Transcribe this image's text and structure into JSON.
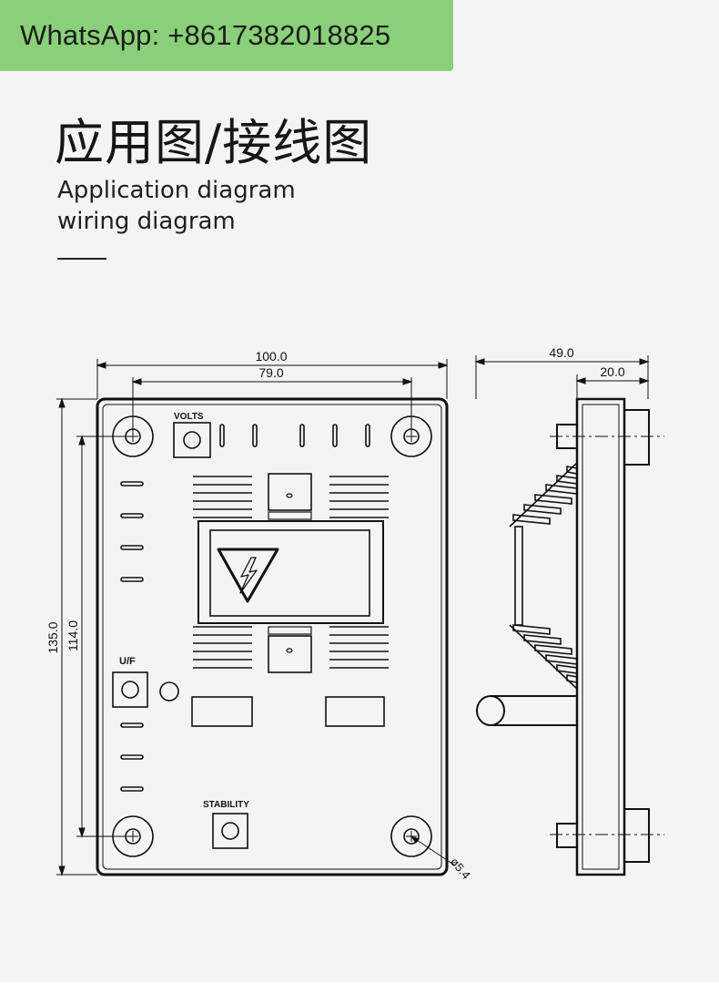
{
  "banner": {
    "text": "WhatsApp: +8617382018825",
    "color": "#8ad07a"
  },
  "header": {
    "title_cn": "应用图/接线图",
    "subtitle_line1": "Application diagram",
    "subtitle_line2": "wiring diagram"
  },
  "front_view": {
    "dim_width_total": "100.0",
    "dim_hole_spacing_h": "79.0",
    "dim_height_total": "135.0",
    "dim_hole_spacing_v": "114.0",
    "dim_hole_diameter": "ø5.4",
    "label_volts": "VOLTS",
    "label_uf": "U/F",
    "label_stability": "STABILITY"
  },
  "side_view": {
    "dim_depth_total": "49.0",
    "dim_depth_partial": "20.0"
  }
}
